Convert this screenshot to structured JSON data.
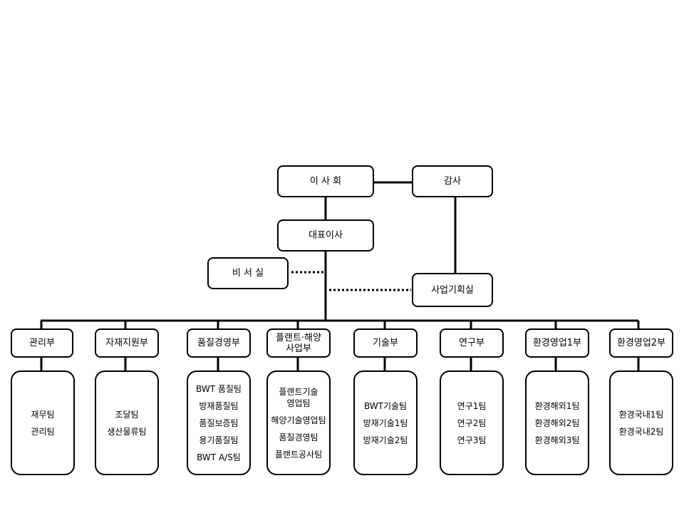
{
  "top": {
    "board": "이 사 회",
    "audit": "감사",
    "ceo": "대표이사",
    "secretary": "비 서 실",
    "planning": "사업기획실"
  },
  "departments": [
    {
      "name": "관리부",
      "teams": [
        "재무팀",
        "관리팀"
      ]
    },
    {
      "name": "자재지원부",
      "teams": [
        "조달팀",
        "생산물류팀"
      ]
    },
    {
      "name": "품질경영부",
      "teams": [
        "BWT 품질팀",
        "방재품질팀",
        "품질보증팀",
        "용기품질팀",
        "BWT A/S팀"
      ]
    },
    {
      "name": "플랜트·해양 사업부",
      "teams": [
        "플랜트기술 영업팀",
        "해양기술영업팀",
        "품질경영팀",
        "플랜트공사팀"
      ]
    },
    {
      "name": "기술부",
      "teams": [
        "BWT기술팀",
        "방재기술1팀",
        "방재기술2팀"
      ]
    },
    {
      "name": "연구부",
      "teams": [
        "연구1팀",
        "연구2팀",
        "연구3팀"
      ]
    },
    {
      "name": "환경영업1부",
      "teams": [
        "환경해외1팀",
        "환경해외2팀",
        "환경해외3팀"
      ]
    },
    {
      "name": "환경영업2부",
      "teams": [
        "환경국내1팀",
        "환경국내2팀"
      ]
    }
  ]
}
